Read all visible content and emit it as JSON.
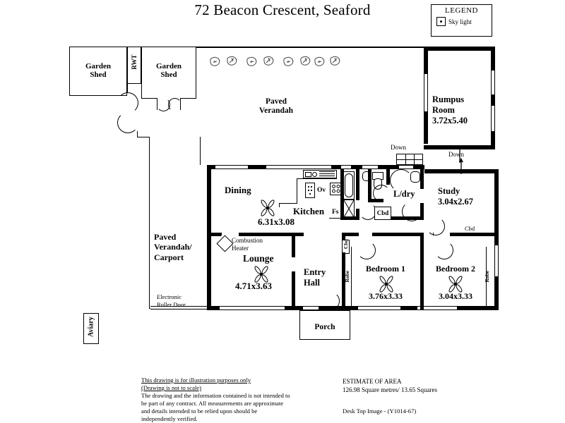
{
  "title": "72 Beacon Crescent, Seaford",
  "legend": {
    "heading": "LEGEND",
    "item_label": "Sky light",
    "icon": "sky-light-icon"
  },
  "exterior": {
    "garden_shed_1": "Garden\nShed",
    "garden_shed_1_l1": "Garden",
    "garden_shed_1_l2": "Shed",
    "garden_shed_2_l1": "Garden",
    "garden_shed_2_l2": "Shed",
    "rwt": "RWT",
    "paved_verandah_l1": "Paved",
    "paved_verandah_l2": "Verandah",
    "carport_l1": "Paved",
    "carport_l2": "Verandah/",
    "carport_l3": "Carport",
    "roller_door_l1": "Electronic",
    "roller_door_l2": "Roller Door",
    "aviary": "Aviary",
    "porch": "Porch"
  },
  "rooms": [
    {
      "name": "Rumpus Room",
      "line1": "Rumpus",
      "line2": "Room",
      "dims": "3.72x5.40"
    },
    {
      "name": "Dining",
      "line1": "Dining",
      "dims": ""
    },
    {
      "name": "Kitchen",
      "line1": "Kitchen",
      "dims": "6.31x3.08"
    },
    {
      "name": "Study",
      "line1": "Study",
      "dims": "3.04x2.67"
    },
    {
      "name": "Laundry",
      "line1": "L/dry",
      "dims": ""
    },
    {
      "name": "Lounge",
      "line1": "Lounge",
      "dims": "4.71x3.63"
    },
    {
      "name": "Entry Hall",
      "line1": "Entry",
      "line2": "Hall",
      "dims": ""
    },
    {
      "name": "Bedroom 1",
      "line1": "Bedroom 1",
      "dims": "3.76x3.33"
    },
    {
      "name": "Bedroom 2",
      "line1": "Bedroom 2",
      "dims": "3.04x3.33"
    }
  ],
  "fixtures": {
    "oven": "Ov",
    "fridge_space": "Fs",
    "cupboard": "Cbd",
    "robe": "Robe",
    "down": "Down",
    "combustion_heater_l1": "Combustion",
    "combustion_heater_l2": "Heater"
  },
  "footer": {
    "disclaimer_line1": "This drawing is for illustration purposes only",
    "disclaimer_line2": "(Drawing is not to scale)",
    "disclaimer_body": "The drawing and the information contained is not intended to be part of any contract.  All measurements are approximate and details intended to be relied upon should be independently verified.",
    "estimate_heading": "ESTIMATE OF AREA",
    "estimate_value": "126.98  Square metres/  13.65 Squares",
    "desktop_image": "Desk Top Image - (Y1014-67)"
  },
  "colors": {
    "ink": "#000000",
    "paper": "#ffffff"
  }
}
